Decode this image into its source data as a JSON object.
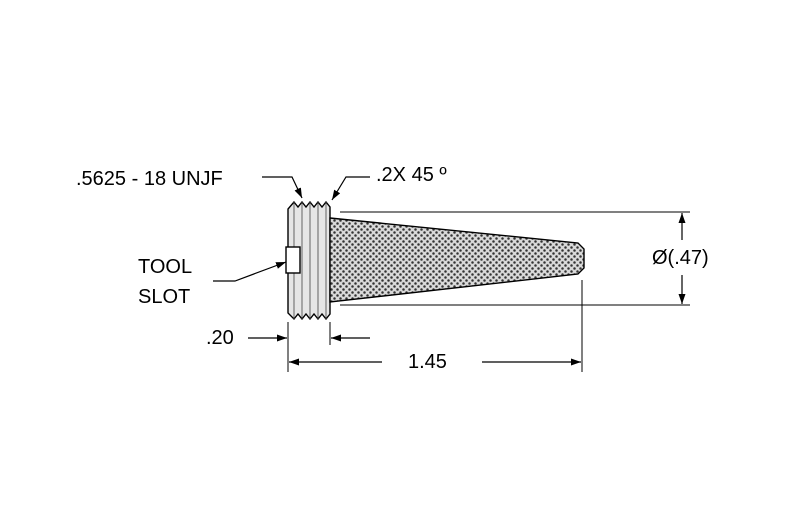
{
  "labels": {
    "thread_spec": ".5625 - 18  UNJF",
    "chamfer": ".2X  45 º",
    "tool_slot_line1": "TOOL",
    "tool_slot_line2": "SLOT",
    "head_length": ".20",
    "overall_length": "1.45",
    "tip_diameter": "Ø(.47)"
  },
  "colors": {
    "line": "#000000",
    "thread_fill": "#e6e6e6",
    "mesh_fill": "#d7d7d7",
    "mesh_dot": "#333333"
  }
}
